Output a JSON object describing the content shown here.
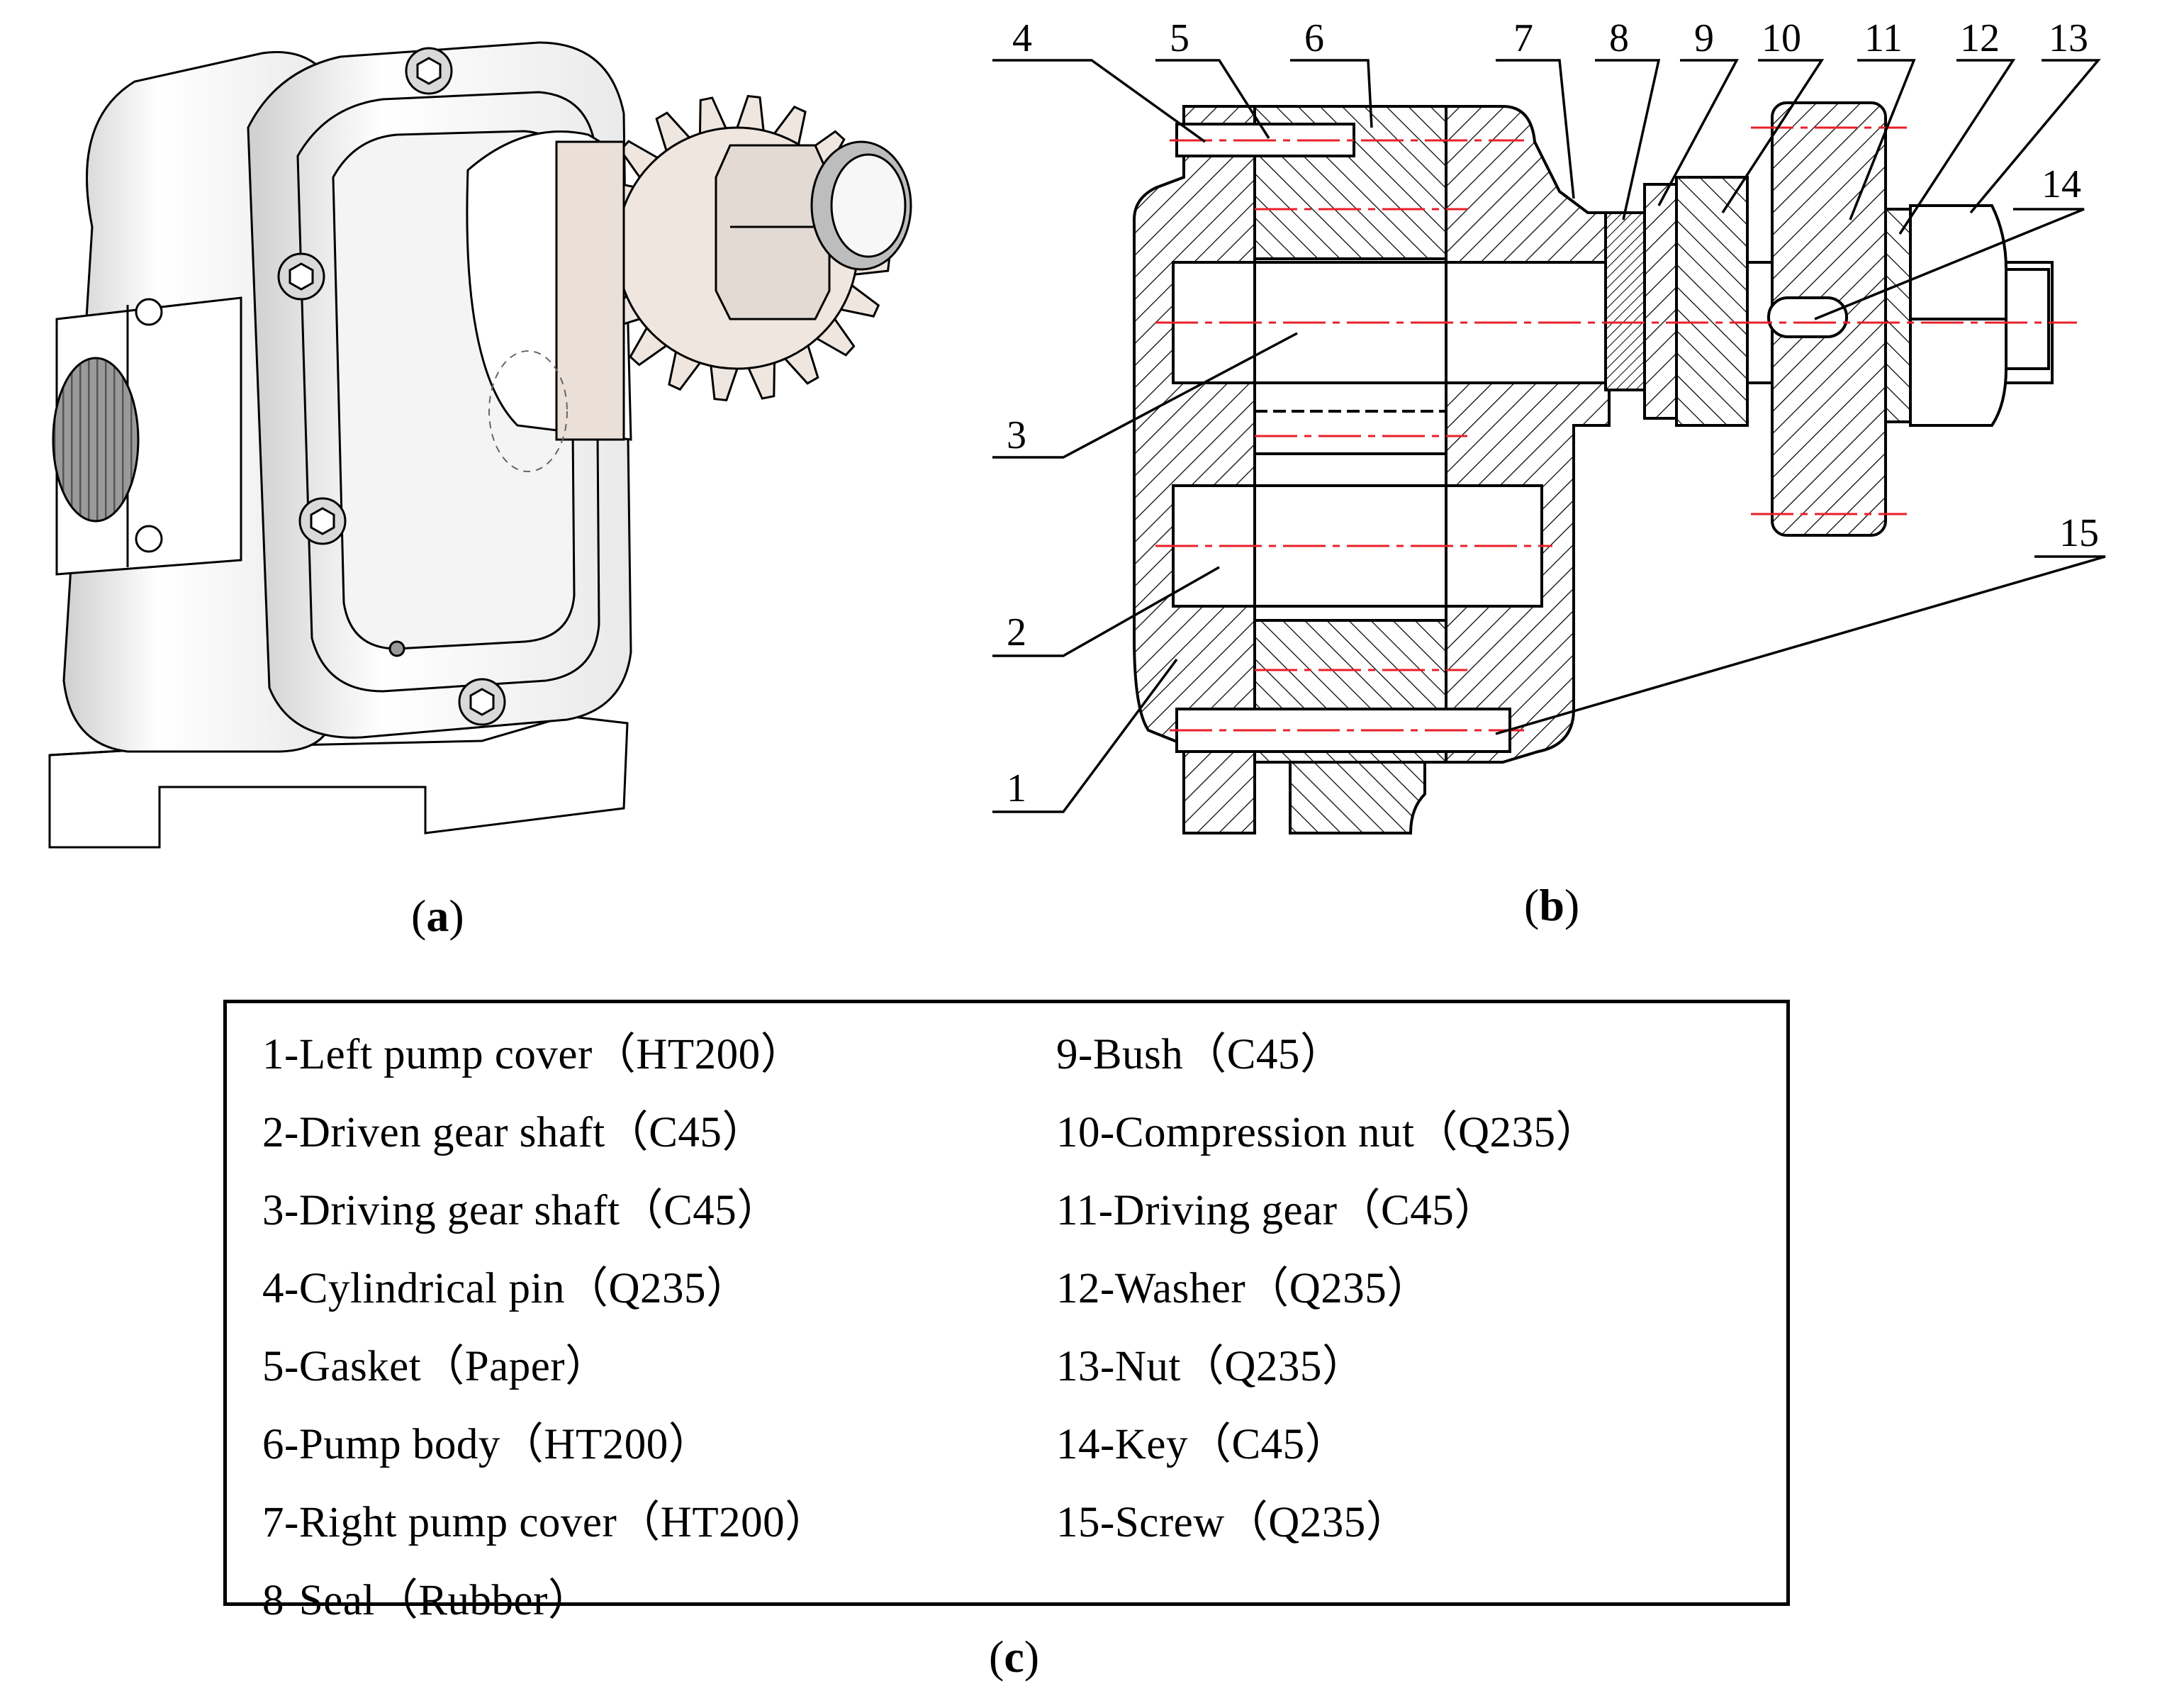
{
  "panels": {
    "a": {
      "label": "a"
    },
    "b": {
      "label": "b"
    },
    "c": {
      "label": "c"
    }
  },
  "callouts": [
    "4",
    "5",
    "6",
    "7",
    "8",
    "9",
    "10",
    "11",
    "12",
    "13",
    "14",
    "3",
    "2",
    "15",
    "1"
  ],
  "legend": {
    "left": [
      "1-Left pump cover（HT200）",
      "2-Driven gear shaft（C45）",
      "3-Driving gear shaft（C45）",
      "4-Cylindrical pin（Q235）",
      "5-Gasket（Paper）",
      "6-Pump body（HT200）",
      "7-Right pump cover（HT200）",
      "8-Seal（Rubber）"
    ],
    "right": [
      "9-Bush（C45）",
      "10-Compression nut（Q235）",
      "11-Driving gear（C45）",
      "12-Washer（Q235）",
      "13-Nut（Q235）",
      "14-Key（C45）",
      "15-Screw（Q235）"
    ]
  },
  "colors": {
    "centerline": "#e8202a",
    "gear": "#efe6df",
    "line": "#000000"
  }
}
